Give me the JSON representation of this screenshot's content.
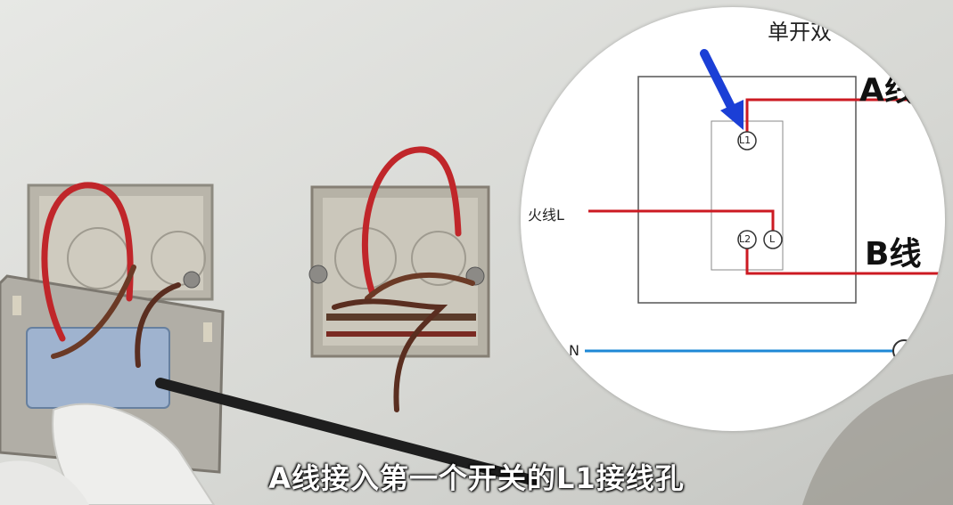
{
  "subtitle": "A线接入第一个开关的L1接线孔",
  "diagram": {
    "title": "单开双",
    "labels": {
      "line_a": "A线",
      "line_b": "B线",
      "live": "火线L",
      "neutral": "N",
      "terminal_l1": "L1",
      "terminal_l2": "L2",
      "terminal_l": "L"
    },
    "colors": {
      "live_wire": "#cc1a22",
      "neutral_wire": "#1e88d6",
      "arrow": "#1b3fd6"
    }
  }
}
